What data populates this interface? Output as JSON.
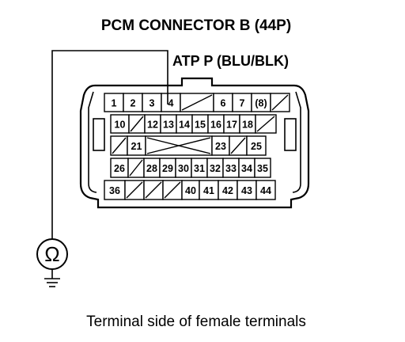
{
  "title": "PCM CONNECTOR B (44P)",
  "wire_label": "ATP P (BLU/BLK)",
  "caption": "Terminal side of female terminals",
  "meter_symbol": "Ω",
  "probe_terminal": "4",
  "connector": {
    "rows": [
      [
        "1",
        "2",
        "3",
        "4",
        "/",
        "6",
        "7",
        "(8)",
        "/"
      ],
      [
        "10",
        "/",
        "12",
        "13",
        "14",
        "15",
        "16",
        "17",
        "18",
        "/"
      ],
      [
        "/",
        "21",
        "X",
        "23",
        "/",
        "25"
      ],
      [
        "26",
        "/",
        "28",
        "29",
        "30",
        "31",
        "32",
        "33",
        "34",
        "35"
      ],
      [
        "36",
        "/",
        "/",
        "/",
        "40",
        "41",
        "42",
        "43",
        "44"
      ]
    ]
  }
}
